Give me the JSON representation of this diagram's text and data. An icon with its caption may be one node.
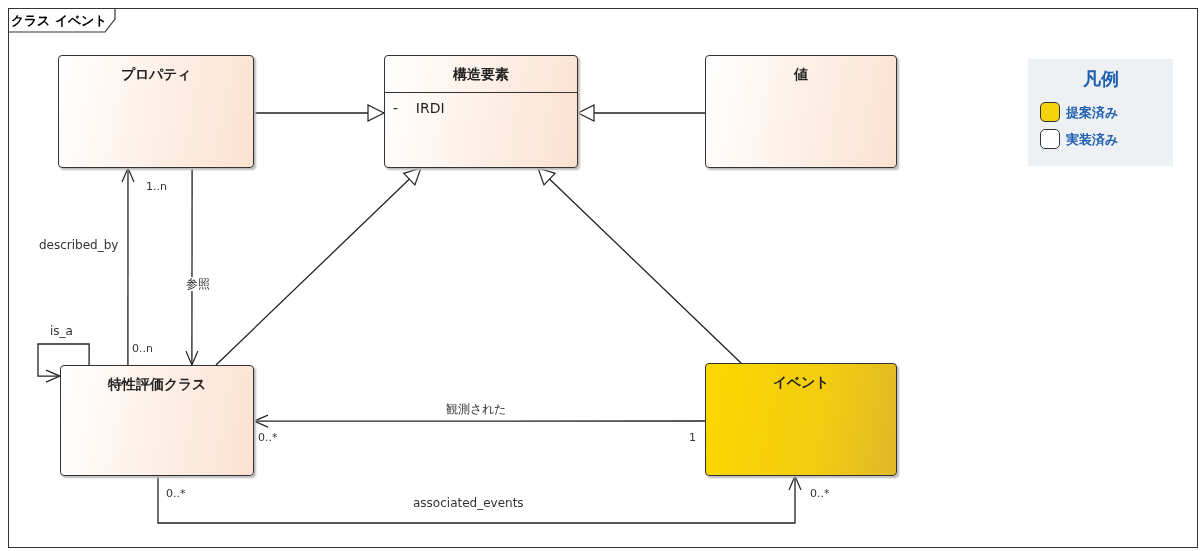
{
  "diagram": {
    "nodes": [
      {
        "text": [
          "クラス イベント"
        ]
      },
      {
        "text": [
          "プロパティ"
        ],
        "in": 0
      },
      {
        "text": [
          "構造要素",
          "- IRDI"
        ],
        "in": 0
      },
      {
        "text": [
          "値"
        ],
        "in": 0
      },
      {
        "text": [
          "特性評価クラス"
        ],
        "in": 0
      },
      {
        "text": [
          "イベント"
        ],
        "in": 0
      }
    ],
    "edges": [
      {
        "from": 1,
        "to": 2,
        "arrow": "to"
      },
      {
        "from": 3,
        "to": 2,
        "arrow": "to"
      },
      {
        "from": 4,
        "to": 2,
        "arrow": "to"
      },
      {
        "from": 5,
        "to": 2,
        "arrow": "to"
      },
      {
        "from": 4,
        "to": 1,
        "arrow": "to",
        "label": "described_by"
      },
      {
        "from": 1,
        "to": 4,
        "arrow": "to",
        "label": "参照"
      },
      {
        "from": 4,
        "to": 4,
        "arrow": "to",
        "label": "is_a"
      },
      {
        "from": 5,
        "to": 4,
        "arrow": "to",
        "label": "観測された"
      },
      {
        "from": 4,
        "to": 5,
        "arrow": "to",
        "label": "associated_events"
      }
    ],
    "labels": [
      "凡例",
      "1..n",
      "0..n",
      "0..*",
      "1",
      "0..*",
      "0..*"
    ],
    "legend": [
      {
        "text": "提案済み",
        "color": "#f5d20a"
      },
      {
        "text": "実装済み",
        "color": "#ffffff"
      }
    ]
  }
}
